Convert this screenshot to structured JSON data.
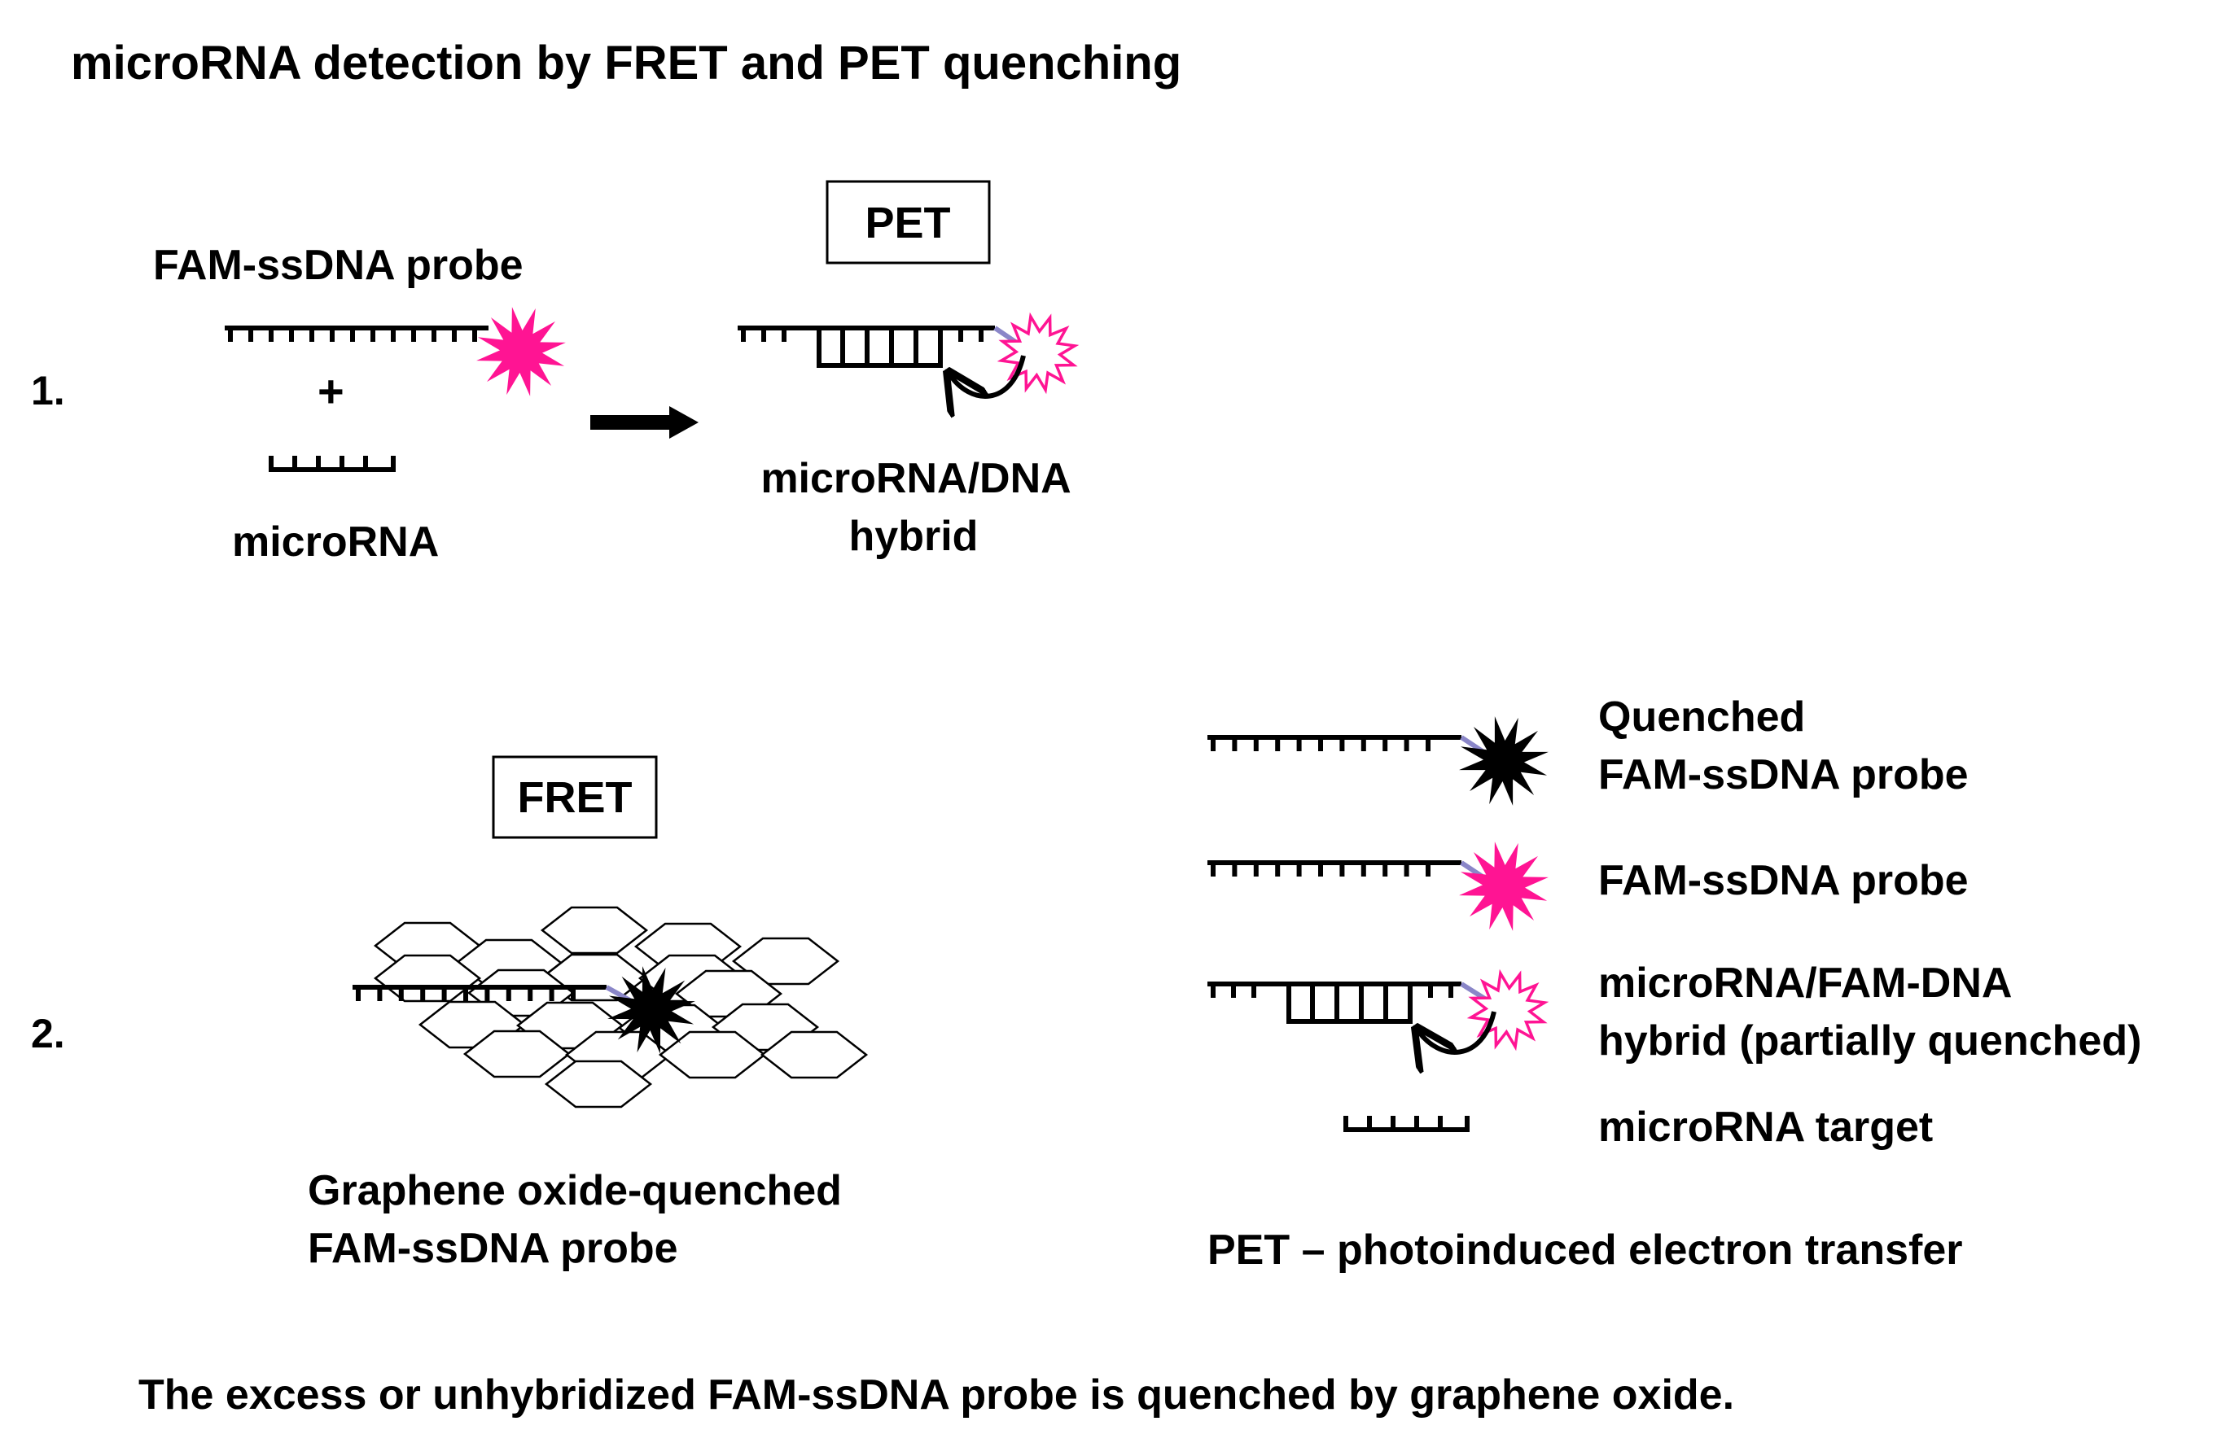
{
  "title": "microRNA detection by FRET and PET quenching",
  "step1": {
    "number": "1.",
    "probe_label": "FAM-ssDNA probe",
    "plus": "+",
    "microrna_label": "microRNA",
    "method_box": "PET",
    "hybrid_label_line1": "microRNA/DNA",
    "hybrid_label_line2": "hybrid"
  },
  "step2": {
    "number": "2.",
    "method_box": "FRET",
    "graphene_label_line1": "Graphene oxide-quenched",
    "graphene_label_line2": "FAM-ssDNA probe"
  },
  "legend": {
    "quenched_line1": "Quenched",
    "quenched_line2": "FAM-ssDNA probe",
    "probe": "FAM-ssDNA probe",
    "hybrid_line1": "microRNA/FAM-DNA",
    "hybrid_line2": "hybrid (partially quenched)",
    "target": "microRNA target",
    "pet_definition": "PET – photoinduced electron transfer"
  },
  "footer": "The excess or unhybridized FAM-ssDNA probe is quenched by graphene oxide.",
  "colors": {
    "fluorophore": "#ff1493",
    "quencher": "#000000",
    "linker": "#8a86c8",
    "text": "#000000"
  }
}
